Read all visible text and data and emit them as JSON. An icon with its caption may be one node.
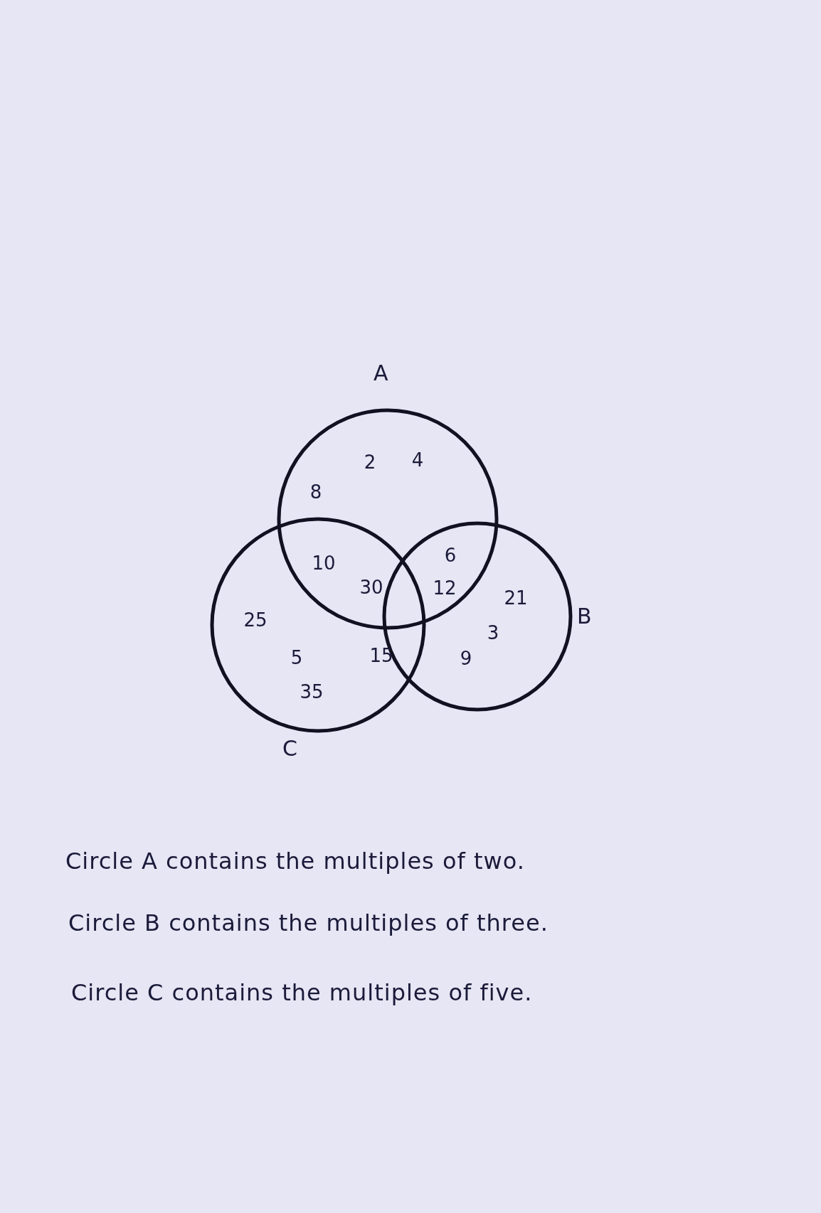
{
  "diagram": {
    "nodes": [
      {
        "text": [
          "A"
        ]
      },
      {
        "text": [
          "B"
        ]
      },
      {
        "text": [
          "C"
        ]
      }
    ],
    "labels": [
      "2",
      "4",
      "8",
      "10",
      "6",
      "30",
      "12",
      "21",
      "25",
      "3",
      "5",
      "15",
      "9",
      "35",
      "Circle A contains the multiples of two.",
      "Circle B contains the multiples of three.",
      "Circle C contains the multiples of five."
    ]
  }
}
